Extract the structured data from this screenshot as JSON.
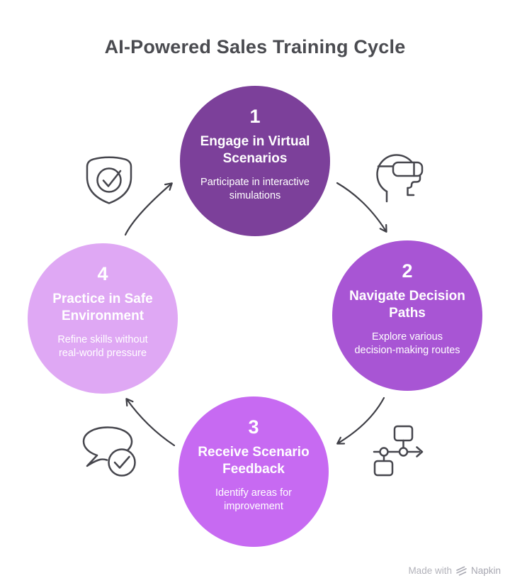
{
  "title": "AI-Powered Sales Training Cycle",
  "steps": [
    {
      "number": "1",
      "heading": [
        "Engage in Virtual",
        "Scenarios"
      ],
      "description": [
        "Participate in interactive",
        "simulations"
      ],
      "color": "#7c409a",
      "icon": "vr-headset-icon"
    },
    {
      "number": "2",
      "heading": [
        "Navigate Decision",
        "Paths"
      ],
      "description": [
        "Explore various",
        "decision-making routes"
      ],
      "color": "#a855d4",
      "icon": "flowchart-icon"
    },
    {
      "number": "3",
      "heading": [
        "Receive Scenario",
        "Feedback"
      ],
      "description": [
        "Identify areas for",
        "improvement"
      ],
      "color": "#c76af2",
      "icon": "chat-check-icon"
    },
    {
      "number": "4",
      "heading": [
        "Practice in Safe",
        "Environment"
      ],
      "description": [
        "Refine skills without",
        "real-world pressure"
      ],
      "color": "#dfa8f4",
      "icon": "shield-check-icon"
    }
  ],
  "icons": {
    "step1": "vr-headset-icon",
    "step2": "flowchart-icon",
    "step3": "chat-check-icon",
    "step4": "shield-check-icon",
    "watermark": "napkin-logo-icon"
  },
  "colors": {
    "step1_fill": "#7c409a",
    "step2_fill": "#a855d4",
    "step3_fill": "#c76af2",
    "step4_fill": "#dfa8f4",
    "circle_text": "#ffffff",
    "title_text": "#4a4b50",
    "arrow_stroke": "#3f3f46",
    "icon_stroke": "#46464d",
    "watermark_text": "#b2b2ba",
    "background": "#ffffff"
  },
  "watermark": {
    "made_with": "Made with",
    "brand": "Napkin"
  }
}
